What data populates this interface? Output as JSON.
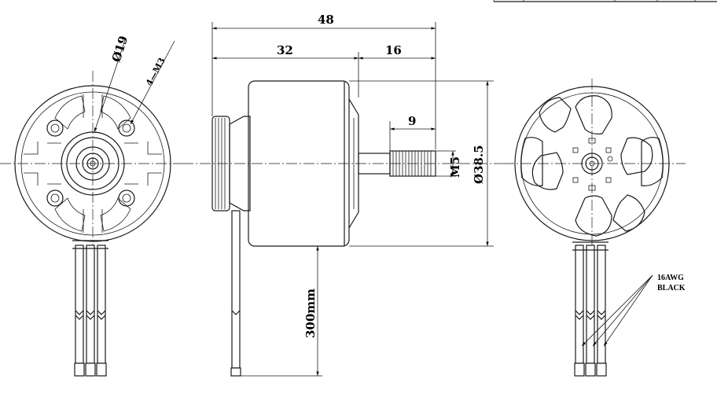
{
  "dimensions": {
    "overall_length": "48",
    "body_length": "32",
    "shaft_length": "16",
    "thread_length": "9",
    "shaft_thread": "M5",
    "body_diameter": "Ø38.5",
    "bolt_circle": "Ø19",
    "mount_holes": "4—M3",
    "lead_length": "300mm"
  },
  "notes": {
    "wire_gauge": "16AWG",
    "wire_color": "BLACK"
  },
  "views": [
    "front-mount-view",
    "side-view",
    "rear-bell-view"
  ]
}
